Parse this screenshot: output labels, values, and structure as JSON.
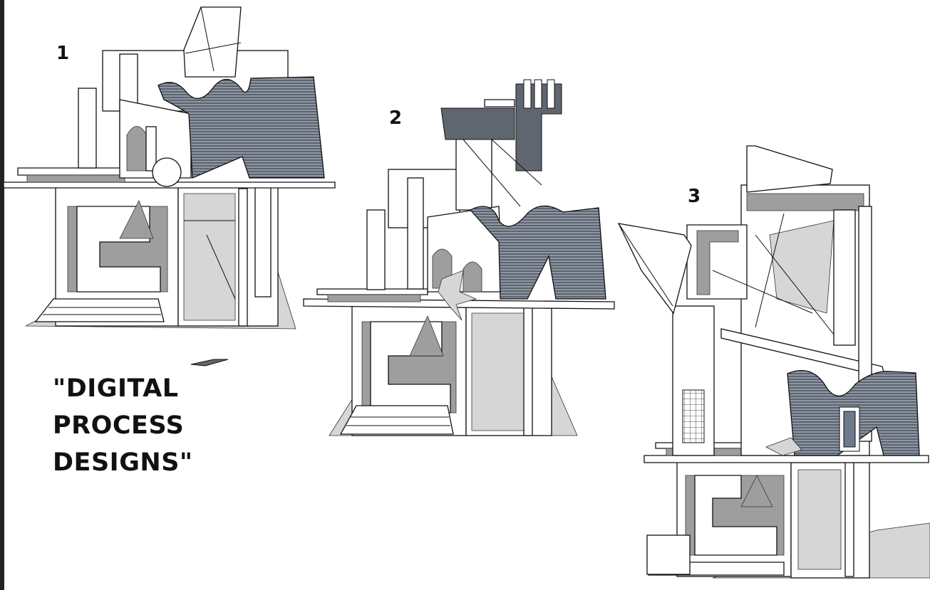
{
  "labels": {
    "design1": "1",
    "design2": "2",
    "design3": "3"
  },
  "title": {
    "line1": "\"DIGITAL",
    "line2": "PROCESS",
    "line3": "DESIGNS\""
  },
  "colors": {
    "background": "#ffffff",
    "ink": "#111111",
    "shade": "#9e9e9e",
    "fabric": "#5f6670"
  }
}
